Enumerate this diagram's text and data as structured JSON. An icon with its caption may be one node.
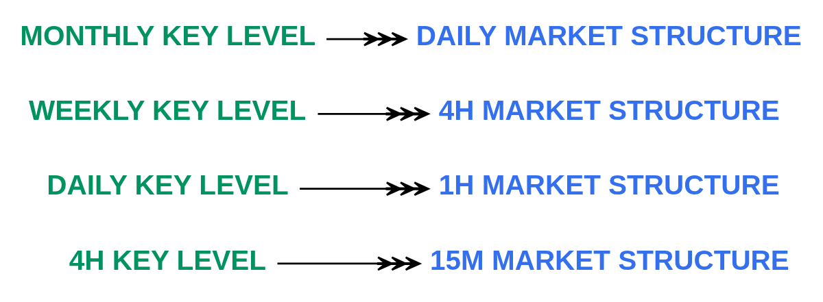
{
  "diagram": {
    "nodes": [
      {
        "text": [
          "MONTHLY KEY LEVEL"
        ]
      },
      {
        "text": [
          "DAILY MARKET STRUCTURE"
        ]
      },
      {
        "text": [
          "WEEKLY KEY LEVEL"
        ]
      },
      {
        "text": [
          "4H MARKET STRUCTURE"
        ]
      },
      {
        "text": [
          "DAILY KEY LEVEL"
        ]
      },
      {
        "text": [
          "1H MARKET STRUCTURE"
        ]
      },
      {
        "text": [
          "4H KEY LEVEL"
        ]
      },
      {
        "text": [
          "15M MARKET STRUCTURE"
        ]
      }
    ],
    "edges": [
      {
        "from": 0,
        "to": 1,
        "arrow": "to"
      },
      {
        "from": 2,
        "to": 3,
        "arrow": "to"
      },
      {
        "from": 4,
        "to": 5,
        "arrow": "to"
      },
      {
        "from": 6,
        "to": 7,
        "arrow": "to"
      }
    ]
  }
}
